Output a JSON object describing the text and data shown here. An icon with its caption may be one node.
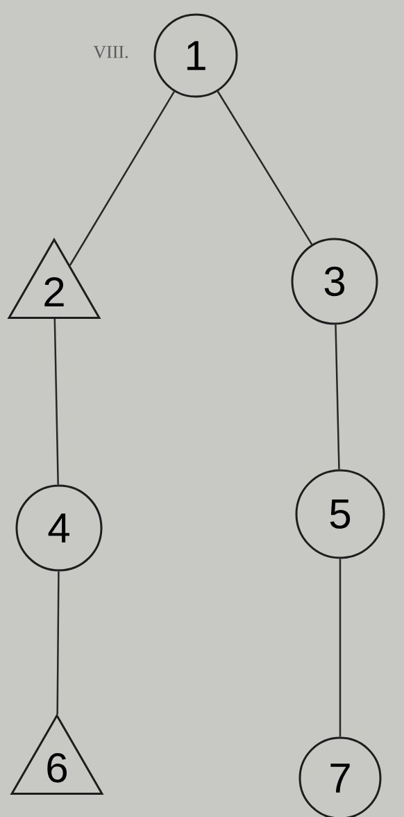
{
  "diagram": {
    "nodes": [
      {
        "text": [
          "1"
        ]
      },
      {
        "text": [
          "2"
        ]
      },
      {
        "text": [
          "3"
        ]
      },
      {
        "text": [
          "4"
        ]
      },
      {
        "text": [
          "5"
        ]
      },
      {
        "text": [
          "6"
        ]
      },
      {
        "text": [
          "7"
        ]
      }
    ],
    "edges": [
      {
        "from": 0,
        "to": 1,
        "arrow": "none"
      },
      {
        "from": 0,
        "to": 2,
        "arrow": "none"
      },
      {
        "from": 1,
        "to": 3,
        "arrow": "none"
      },
      {
        "from": 2,
        "to": 4,
        "arrow": "none"
      },
      {
        "from": 3,
        "to": 5,
        "arrow": "none"
      },
      {
        "from": 4,
        "to": 6,
        "arrow": "none"
      }
    ],
    "labels": [
      "VIII."
    ]
  }
}
